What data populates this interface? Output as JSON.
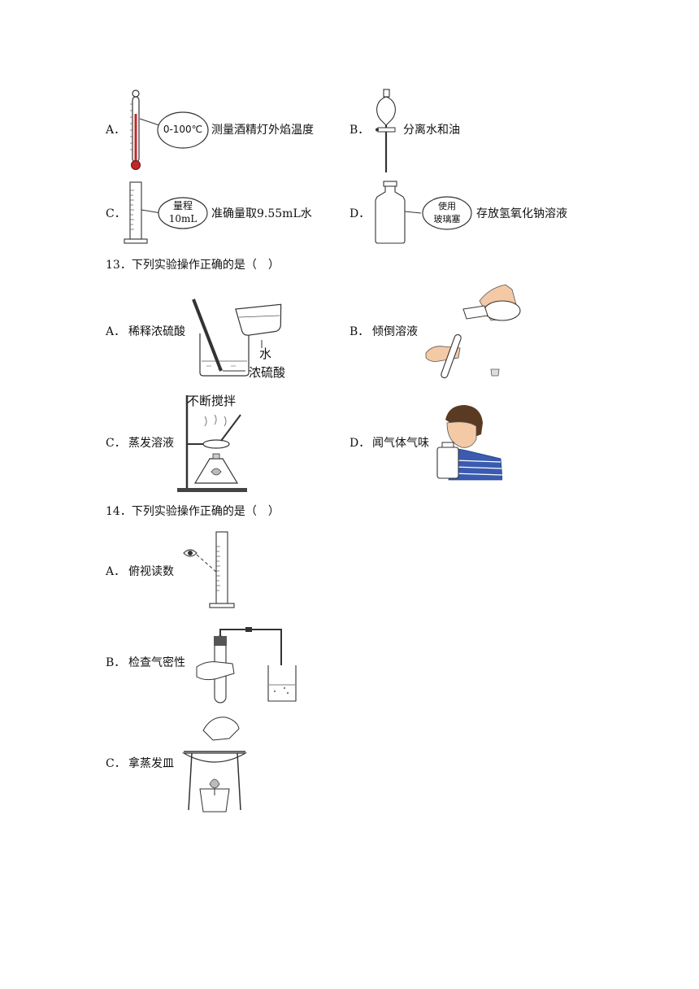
{
  "q12": {
    "a": {
      "letter": "A．",
      "text": "测量酒精灯外焰温度",
      "bubble": "0-100℃"
    },
    "b": {
      "letter": "B．",
      "text": "分离水和油"
    },
    "c": {
      "letter": "C．",
      "text": "准确量取9.55mL水",
      "bubble_line1": "量程",
      "bubble_line2": "10mL"
    },
    "d": {
      "letter": "D．",
      "text": "存放氢氧化钠溶液",
      "bubble_line1": "使用",
      "bubble_line2": "玻璃塞"
    }
  },
  "q13": {
    "stem": "13．下列实验操作正确的是（　）",
    "a": {
      "letter": "A．",
      "text": "稀释浓硫酸",
      "label_water": "水",
      "label_acid": "浓硫酸"
    },
    "b": {
      "letter": "B．",
      "text": "倾倒溶液"
    },
    "c": {
      "letter": "C．",
      "text": "蒸发溶液",
      "label_stir": "不断搅拌"
    },
    "d": {
      "letter": "D．",
      "text": "闻气体气味"
    }
  },
  "q14": {
    "stem": "14．下列实验操作正确的是（　）",
    "a": {
      "letter": "A．",
      "text": "俯视读数"
    },
    "b": {
      "letter": "B．",
      "text": "检查气密性"
    },
    "c": {
      "letter": "C．",
      "text": "拿蒸发皿"
    }
  }
}
